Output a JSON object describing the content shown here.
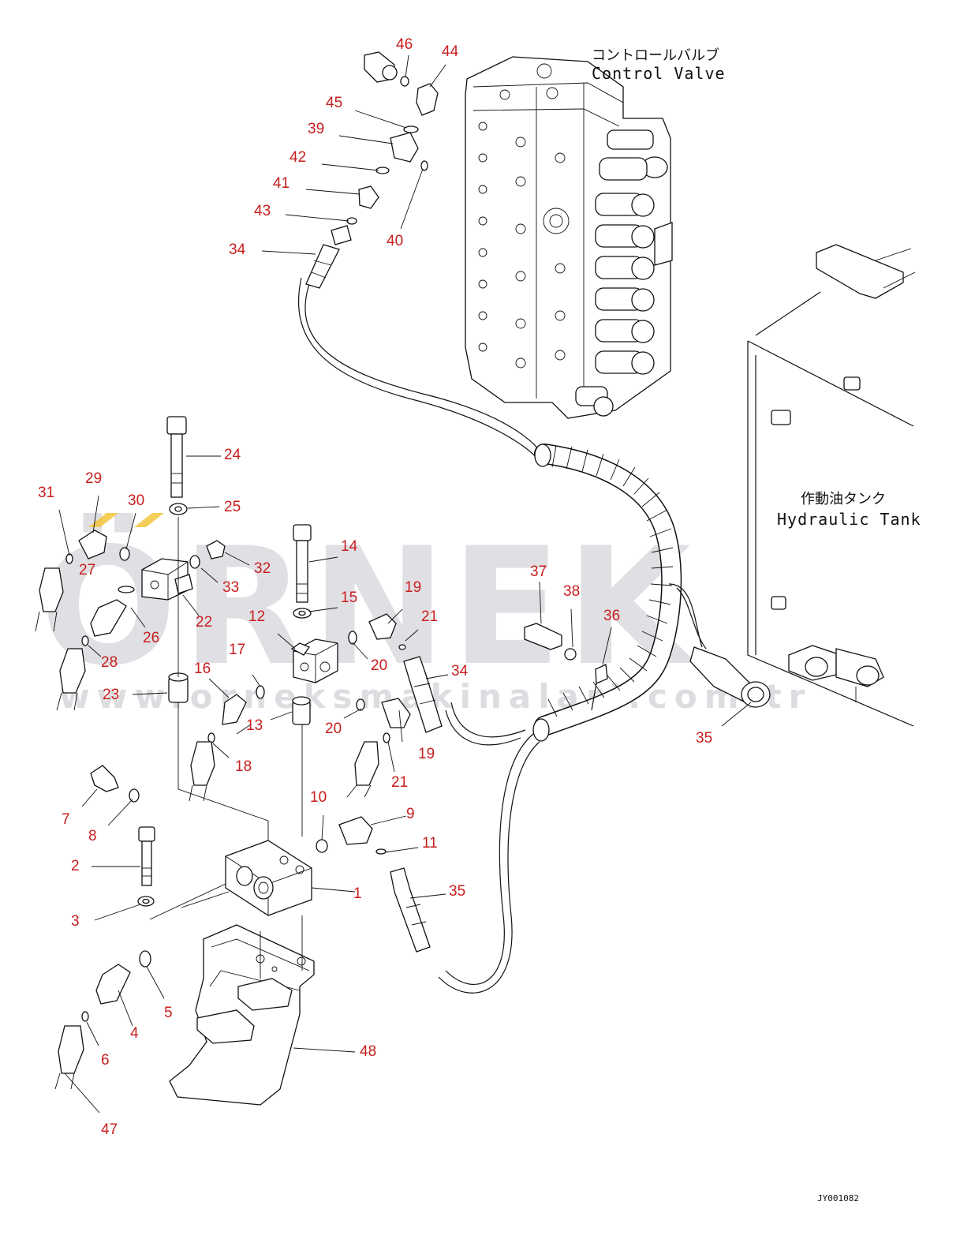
{
  "drawing_code": "JY001082",
  "labels": {
    "control_valve_jp": "コントロールバルブ",
    "control_valve_en": "Control Valve",
    "hydraulic_tank_jp": "作動油タンク",
    "hydraulic_tank_en": "Hydraulic Tank"
  },
  "watermark": {
    "brand": "ÖRNEK",
    "url": "www.orneksmakinalari.com.tr"
  },
  "callouts": {
    "n1": "1",
    "n2": "2",
    "n3": "3",
    "n4": "4",
    "n5": "5",
    "n6": "6",
    "n7": "7",
    "n8": "8",
    "n9": "9",
    "n10": "10",
    "n11": "11",
    "n12": "12",
    "n13": "13",
    "n14": "14",
    "n15": "15",
    "n16": "16",
    "n17": "17",
    "n18": "18",
    "n19a": "19",
    "n19b": "19",
    "n20a": "20",
    "n20b": "20",
    "n21a": "21",
    "n21b": "21",
    "n22": "22",
    "n23": "23",
    "n24": "24",
    "n25": "25",
    "n26": "26",
    "n27": "27",
    "n28": "28",
    "n29": "29",
    "n30": "30",
    "n31": "31",
    "n32": "32",
    "n33": "33",
    "n34a": "34",
    "n34b": "34",
    "n35a": "35",
    "n35b": "35",
    "n36": "36",
    "n37": "37",
    "n38": "38",
    "n39": "39",
    "n40": "40",
    "n41": "41",
    "n42": "42",
    "n43": "43",
    "n44": "44",
    "n45": "45",
    "n46": "46",
    "n47": "47",
    "n48": "48"
  },
  "colors": {
    "callout": "#c81e1e",
    "linework": "#111111",
    "watermark": "#c8c8ce",
    "watermark_accent": "#f2c230"
  }
}
